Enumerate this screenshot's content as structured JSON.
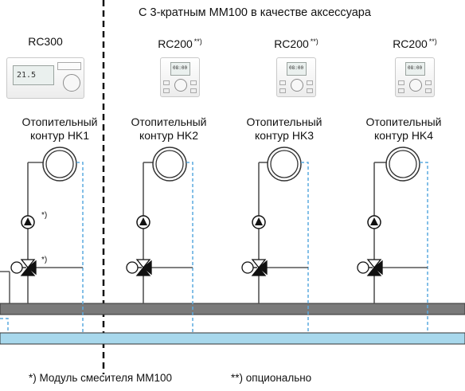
{
  "header": {
    "title": "С 3-кратным MM100 в качестве аксессуара"
  },
  "controllers": [
    {
      "model": "RC300",
      "mark": "",
      "display": "21.5"
    },
    {
      "model": "RC200",
      "mark": "**)",
      "display": "08:00"
    },
    {
      "model": "RC200",
      "mark": "**)",
      "display": "08:00"
    },
    {
      "model": "RC200",
      "mark": "**)",
      "display": "08:00"
    }
  ],
  "circuits": [
    {
      "line1": "Отопительный",
      "line2": "контур HK1"
    },
    {
      "line1": "Отопительный",
      "line2": "контур HK2"
    },
    {
      "line1": "Отопительный",
      "line2": "контур HK3"
    },
    {
      "line1": "Отопительный",
      "line2": "контур HK4"
    }
  ],
  "markers": {
    "pump_note": "*)",
    "valve_note": "*)"
  },
  "footer": {
    "note1": "*) Модуль смесителя MM100",
    "note2": "**) опционально"
  },
  "colors": {
    "pipe": "#555555",
    "return_bar": "#a8d8ec",
    "supply_bar": "#7a7a7a",
    "sensor_line": "#5aaadf",
    "divider": "#111111"
  }
}
